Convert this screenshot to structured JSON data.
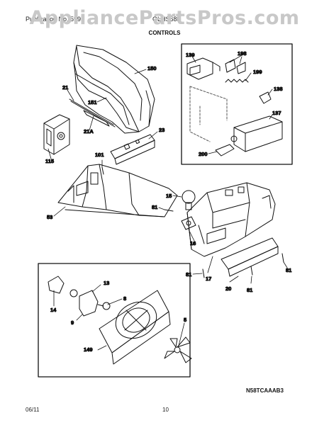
{
  "watermark": "AppliancePartsPros.com",
  "header": {
    "publication": "Publication No. 5995",
    "model": "GLHS68E"
  },
  "title": "CONTROLS",
  "diagram_code": "N58TCAAAB3",
  "footer": {
    "date": "06/11",
    "page": "10"
  },
  "parts": {
    "p150": "150",
    "p151": "151",
    "p21": "21",
    "p21a": "21A",
    "p23": "23",
    "p115": "115",
    "p101": "101",
    "p53": "53",
    "p15": "15",
    "p81a": "81",
    "p16": "16",
    "p81b": "81",
    "p17": "17",
    "p20": "20",
    "p81c": "81",
    "p81d": "81",
    "p139": "139",
    "p198": "198",
    "p199": "199",
    "p138": "138",
    "p137": "137",
    "p200": "200",
    "p13": "13",
    "p14": "14",
    "p8": "8",
    "p9": "9",
    "p5": "5",
    "p149": "149"
  }
}
